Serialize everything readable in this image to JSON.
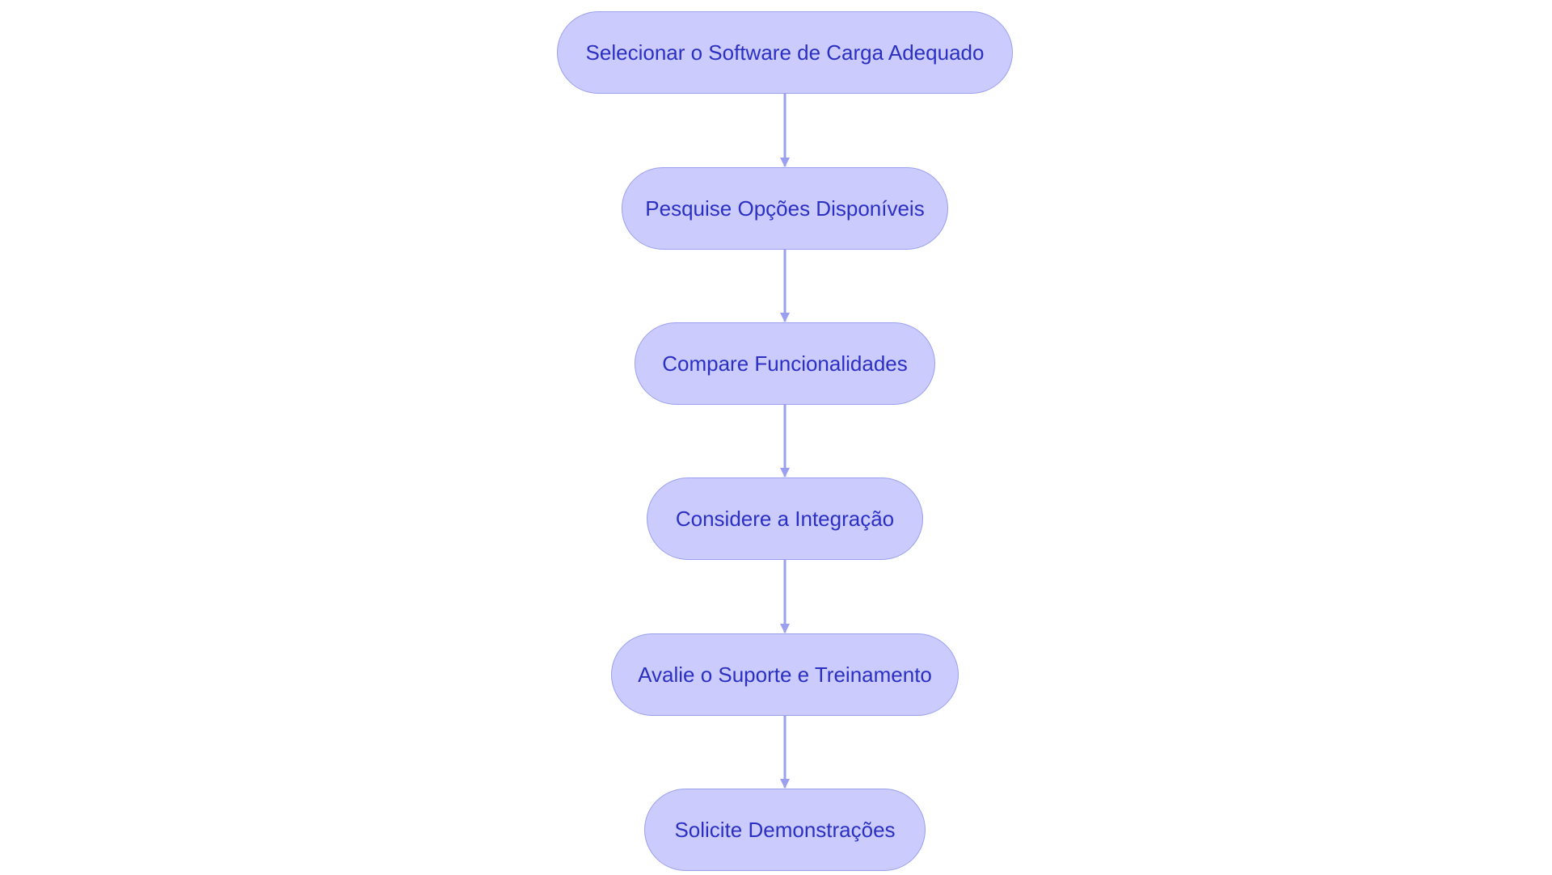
{
  "flowchart": {
    "colors": {
      "node_fill": "#cbccfd",
      "node_border": "#9a9ff0",
      "text": "#2b30c2",
      "edge": "#9a9ff0"
    },
    "nodes": [
      {
        "id": "n1",
        "label": "Selecionar o Software de Carga Adequado"
      },
      {
        "id": "n2",
        "label": "Pesquise Opções Disponíveis"
      },
      {
        "id": "n3",
        "label": "Compare Funcionalidades"
      },
      {
        "id": "n4",
        "label": "Considere a Integração"
      },
      {
        "id": "n5",
        "label": "Avalie o Suporte e Treinamento"
      },
      {
        "id": "n6",
        "label": "Solicite Demonstrações"
      }
    ],
    "edges": [
      {
        "from": "n1",
        "to": "n2"
      },
      {
        "from": "n2",
        "to": "n3"
      },
      {
        "from": "n3",
        "to": "n4"
      },
      {
        "from": "n4",
        "to": "n5"
      },
      {
        "from": "n5",
        "to": "n6"
      }
    ]
  }
}
